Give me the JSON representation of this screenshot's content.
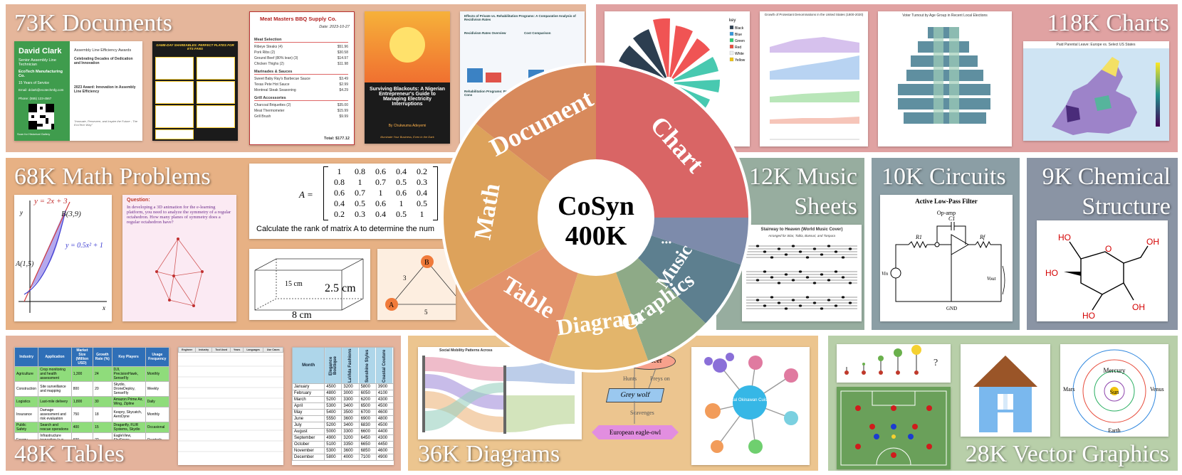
{
  "colors": {
    "documents": "#e5b69b",
    "charts": "#e0a2a2",
    "math": "#e7b184",
    "music": "#97ad9f",
    "circuits": "#8b9ea5",
    "chemical": "#8a94a4",
    "tables": "#e4b39c",
    "diagrams": "#ecc58f",
    "vector": "#b8cfa9",
    "wheel_document": "#d88a5c",
    "wheel_chart": "#d96565",
    "wheel_math": "#dda25b",
    "wheel_table": "#e3936b",
    "wheel_diagram": "#e3b56b",
    "wheel_graphics": "#8eaa87",
    "wheel_music": "#5d7f8f",
    "wheel_more": "#7d8bab"
  },
  "categories": {
    "documents": "73K Documents",
    "charts": "118K Charts",
    "math": "68K Math Problems",
    "music_line1": "12K Music",
    "music_line2": "Sheets",
    "circuits": "10K Circuits",
    "chemical_line1": "9K Chemical",
    "chemical_line2": "Structure",
    "tables": "48K Tables",
    "diagrams": "36K Diagrams",
    "vector": "28K Vector Graphics"
  },
  "wheel": {
    "center_line1": "CoSyn",
    "center_line2": "400K",
    "labels": [
      "Document",
      "Chart",
      "Math",
      "Table",
      "Diagram",
      "Graphics",
      "Music",
      "..."
    ]
  },
  "documents": {
    "card_name": "David Clark",
    "card_role": "Senior Assembly Line Technician",
    "card_company": "EcoTech Manufacturing Co.",
    "card_years": "15 Years of Service",
    "card_email": "Email: dclark@ecotechmfg.com",
    "card_phone": "Phone: (555) 123-4567",
    "card_footer": "Scan for Historical Gallery",
    "award_title": "Assembly Line Efficiency Awards",
    "award_heading": "Celebrating Decades of Dedication and Innovation",
    "award_2023": "2023 Award: Innovation in Assembly Line Efficiency",
    "award_quote": "\"Innovate, Persevere, and Inspire the Future - The EcoTech Way\"",
    "menu_title": "Meat Masters BBQ Supply Co.",
    "menu_date": "Date: 2023-10-27",
    "menu_sections": [
      {
        "name": "Meat Selection",
        "items": [
          [
            "Ribeye Steaks (4)",
            "$51.96"
          ],
          [
            "Pork Ribs (2)",
            "$30.58"
          ],
          [
            "Ground Beef (80% lean) (3)",
            "$14.97"
          ],
          [
            "Chicken Thighs (2)",
            "$11.98"
          ]
        ]
      },
      {
        "name": "Marinades & Sauces",
        "items": [
          [
            "Sweet Baby Ray's Barbecue Sauce",
            "$3.49"
          ],
          [
            "Texas Pete Hot Sauce",
            "$2.99"
          ],
          [
            "Montreal Steak Seasoning",
            "$4.29"
          ]
        ]
      },
      {
        "name": "Grill Accessories",
        "items": [
          [
            "Charcoal Briquettes (2)",
            "$35.00"
          ],
          [
            "Meat Thermometer",
            "$15.99"
          ],
          [
            "Grill Brush",
            "$9.99"
          ]
        ]
      }
    ],
    "menu_total": "Total: $177.12",
    "poster_title": "GAME-DAY SHAREABLES: PERFECT PLATES FOR ETS FANS",
    "book_title": "Surviving Blackouts: A Nigerian Entrepreneur's Guide to Managing Electricity Interruptions",
    "book_author": "By Chukwuma Adeyemi",
    "book_tagline": "Illuminate Your Business, Even in the Dark",
    "paper_title": "Effects of Private vs. Rehabilitation Programs: A Comparative Analysis of Recidivism Rates",
    "paper_h1": "Recidivism Rates Overview",
    "paper_h2": "Cost Comparison",
    "paper_h3": "Rehabilitation Programs: Pros and Cons"
  },
  "charts": {
    "legend_title": "key",
    "legend_items": [
      "Black",
      "Blue",
      "Green",
      "Red",
      "White",
      "Yellow"
    ],
    "area_title": "Growth of Protestant Denominations in the United States (1800-2020)",
    "pyramid_title": "Voter Turnout by Age Group in Recent Local Elections",
    "map_title": "Paid Parental Leave: Europe vs. Select US States"
  },
  "math": {
    "curve1": "y = 2x + 3",
    "curve2": "y = 0.5x² + 1",
    "point_b": "B(3,9)",
    "point_a": "A(1,5)",
    "axis_x": "x",
    "axis_y": "y",
    "question_label": "Question:",
    "question_text": "In developing a 3D animation for the e-learning platform, you need to analyze the symmetry of a regular octahedron. How many planes of symmetry does a regular octahedron have?",
    "matrix_label": "A =",
    "matrix": [
      [
        "1",
        "0.8",
        "0.6",
        "0.4",
        "0.2"
      ],
      [
        "0.8",
        "1",
        "0.7",
        "0.5",
        "0.3"
      ],
      [
        "0.6",
        "0.7",
        "1",
        "0.6",
        "0.4"
      ],
      [
        "0.4",
        "0.5",
        "0.6",
        "1",
        "0.5"
      ],
      [
        "0.2",
        "0.3",
        "0.4",
        "0.5",
        "1"
      ]
    ],
    "matrix_caption": "Calculate the rank of matrix A to determine the num",
    "box_h": "2.5 cm",
    "box_d": "15 cm",
    "box_w": "8 cm",
    "tri_b": "B",
    "tri_a": "A",
    "tri_side1": "3",
    "tri_side2": "5"
  },
  "music": {
    "title": "Stairway to Heaven (World Music Cover)",
    "subtitle": "Arranged for Sitar, Tabla, Bansuri, and Tanpura"
  },
  "circuits": {
    "title": "Active Low-Pass Filter",
    "opamp": "Op-amp",
    "r1": "R1",
    "c1": "C1",
    "rf": "Rf",
    "vin": "Vin",
    "vout": "Vout",
    "gnd": "GND"
  },
  "chemical": {
    "labels": [
      "HO",
      "O",
      "OH",
      "HO",
      "OH",
      "HO"
    ]
  },
  "tables": {
    "t1_headers": [
      "Industry",
      "Application",
      "Market Size (Million USD)",
      "Growth Rate (%)",
      "Key Players",
      "Usage Frequency"
    ],
    "t1_rows": [
      [
        "Agriculture",
        "Crop monitoring and health assessment",
        "1,300",
        "24",
        "DJI, PrecisionHawk, SenseFly",
        "Monthly"
      ],
      [
        "Construction",
        "Site surveillance and mapping",
        "800",
        "20",
        "Skydio, DroneDeploy, SenseFly",
        "Weekly"
      ],
      [
        "Logistics",
        "Last-mile delivery",
        "1,800",
        "30",
        "Amazon Prime Air, Wing, Zipline",
        "Daily"
      ],
      [
        "Insurance",
        "Damage assessment and risk evaluation",
        "750",
        "18",
        "Kespry, Skycatch, AeroDyne",
        "Monthly"
      ],
      [
        "Public Safety",
        "Search and rescue operations",
        "400",
        "15",
        "Draganfly, FLIR Systems, Skydio",
        "Occasional"
      ],
      [
        "Energy",
        "Infrastructure inspection (e.g., power lines)",
        "600",
        "22",
        "EagleView, SkySpecs, DroneBase",
        "Quarterly"
      ]
    ],
    "t2_headers": [
      "Engineer",
      "Industry",
      "Tool Used",
      "Years",
      "Languages",
      "Use Cases"
    ],
    "t3_headers": [
      "Month",
      "Elegance Boutique",
      "LaVida Fashions",
      "Sunshine Styles",
      "Coastal Couture"
    ],
    "t3_rows": [
      [
        "January",
        "4500",
        "3200",
        "5800",
        "3900"
      ],
      [
        "February",
        "4800",
        "3000",
        "6050",
        "4100"
      ],
      [
        "March",
        "5200",
        "3300",
        "6200",
        "4300"
      ],
      [
        "April",
        "5300",
        "3400",
        "6500",
        "4500"
      ],
      [
        "May",
        "5400",
        "3500",
        "6700",
        "4600"
      ],
      [
        "June",
        "5550",
        "3600",
        "6900",
        "4800"
      ],
      [
        "July",
        "5200",
        "3400",
        "6830",
        "4500"
      ],
      [
        "August",
        "5000",
        "3300",
        "6600",
        "4400"
      ],
      [
        "September",
        "4900",
        "3200",
        "6450",
        "4300"
      ],
      [
        "October",
        "5100",
        "3350",
        "6650",
        "4450"
      ],
      [
        "November",
        "5300",
        "3600",
        "6850",
        "4600"
      ],
      [
        "December",
        "5800",
        "4000",
        "7100",
        "4900"
      ]
    ]
  },
  "diagrams": {
    "sankey_title": "Social Mobility Patterns Across",
    "food_red_deer": "Red deer",
    "food_hunts": "Hunts",
    "food_preys_on": "Preys on",
    "food_grey_wolf": "Grey wolf",
    "food_scavenges": "Scavenges",
    "food_eagle": "European eagle-owl",
    "mind_center": "Local Okinawan Cuisine"
  },
  "vector": {
    "question_mark": "?",
    "solar_mars": "Mars",
    "solar_mercury": "Mercury",
    "solar_sun": "Sun",
    "solar_venus": "Venus",
    "solar_earth": "Earth"
  }
}
